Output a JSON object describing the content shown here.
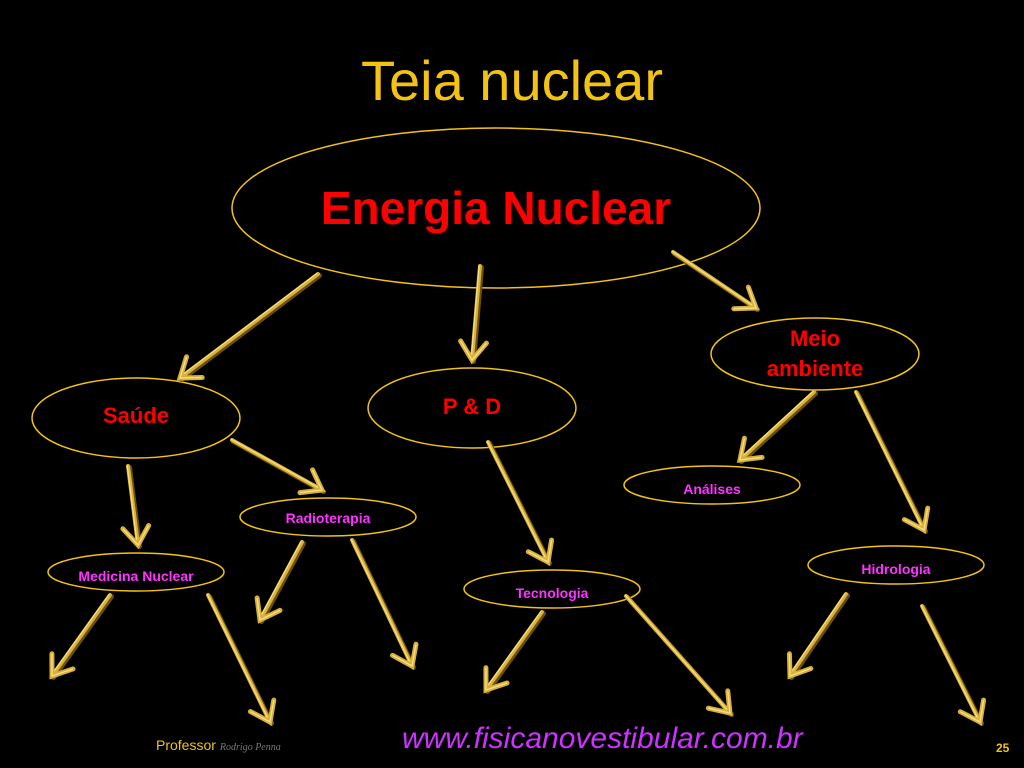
{
  "title": "Teia nuclear",
  "colors": {
    "background": "#000000",
    "title": "#f2c313",
    "ellipse_stroke": "#f2c313",
    "arrow": "#d8b13a",
    "primary_label": "#ff0000",
    "secondary_label": "#ff33ff",
    "url": "#cc33ff"
  },
  "nodes": {
    "energia": "Energia Nuclear",
    "saude": "Saúde",
    "pd": "P & D",
    "meio": "Meio ambiente",
    "radioterapia": "Radioterapia",
    "medicina": "Medicina Nuclear",
    "tecnologia": "Tecnologia",
    "analises": "Análises",
    "hidrologia": "Hidrologia"
  },
  "footer": {
    "professor": "Professor",
    "signature": "Rodrigo Penna",
    "url": "www.fisicanovestibular.com.br",
    "page": "25"
  }
}
